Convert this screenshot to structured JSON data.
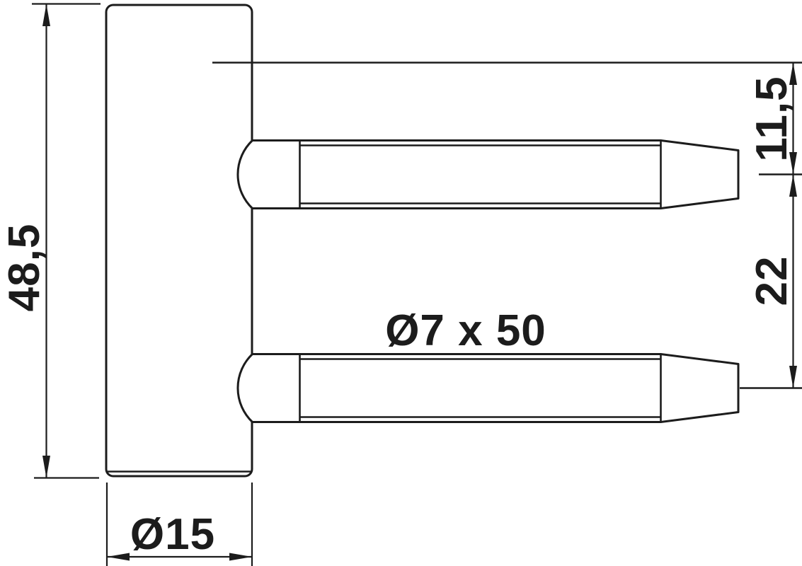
{
  "colors": {
    "background": "#ffffff",
    "line": "#1c1c1c"
  },
  "labels": {
    "body_height": "48,5",
    "body_diameter": "Ø15",
    "pin_spec": "Ø7 x 50",
    "frame_offset": "11,5",
    "pin_spacing": "22"
  }
}
